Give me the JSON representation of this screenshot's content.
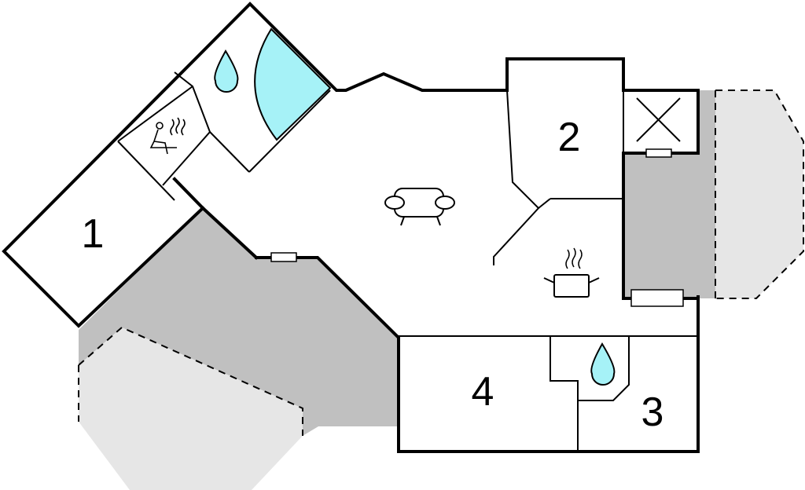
{
  "rooms": [
    {
      "id": "1",
      "label": "1"
    },
    {
      "id": "2",
      "label": "2"
    },
    {
      "id": "3",
      "label": "3"
    },
    {
      "id": "4",
      "label": "4"
    }
  ],
  "colors": {
    "background": "#ffffff",
    "wall": "#000000",
    "terrace_covered": "#c0c0c0",
    "terrace_open": "#e6e6e6",
    "water": "#a6f2f7"
  },
  "icons": [
    {
      "name": "sauna-icon",
      "room": "sauna"
    },
    {
      "name": "water-drop-icon",
      "room": "bathroom-upper"
    },
    {
      "name": "pool-icon",
      "room": "bathroom-upper"
    },
    {
      "name": "sofa-icon",
      "room": "living-room"
    },
    {
      "name": "cooking-pot-icon",
      "room": "kitchen"
    },
    {
      "name": "water-drop-icon",
      "room": "bathroom-lower"
    },
    {
      "name": "utility-cross-icon",
      "room": "utility"
    }
  ]
}
